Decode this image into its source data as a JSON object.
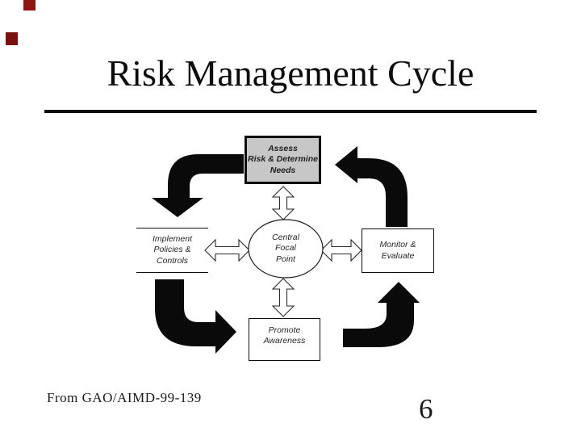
{
  "slide": {
    "title": "Risk Management Cycle",
    "source": "From GAO/AIMD-99-139",
    "page_number": "6"
  },
  "diagram": {
    "nodes": {
      "assess": {
        "label": "Assess\nRisk & Determine\nNeeds"
      },
      "implement": {
        "label": "Implement\nPolicies &\nControls"
      },
      "monitor": {
        "label": "Monitor &\nEvaluate"
      },
      "promote": {
        "label": "Promote\nAwareness"
      },
      "center": {
        "label": "Central\nFocal\nPoint"
      }
    },
    "cycle_edges": [
      {
        "from": "Assess Risk & Determine Needs",
        "to": "Implement Policies & Controls"
      },
      {
        "from": "Implement Policies & Controls",
        "to": "Promote Awareness"
      },
      {
        "from": "Promote Awareness",
        "to": "Monitor & Evaluate"
      },
      {
        "from": "Monitor & Evaluate",
        "to": "Assess Risk & Determine Needs"
      }
    ],
    "center_links": [
      "Central Focal Point <-> Assess Risk & Determine Needs",
      "Central Focal Point <-> Implement Policies & Controls",
      "Central Focal Point <-> Monitor & Evaluate",
      "Central Focal Point <-> Promote Awareness"
    ],
    "colors": {
      "assess_fill": "#c7c7c7",
      "node_border": "#0d0d0d",
      "cycle_arrow": "#0a0a0a",
      "connector_fill": "#ffffff",
      "connector_stroke": "#2a2a2a",
      "decor_square_top": "#8e1612",
      "decor_square_left": "#7c1010"
    }
  }
}
